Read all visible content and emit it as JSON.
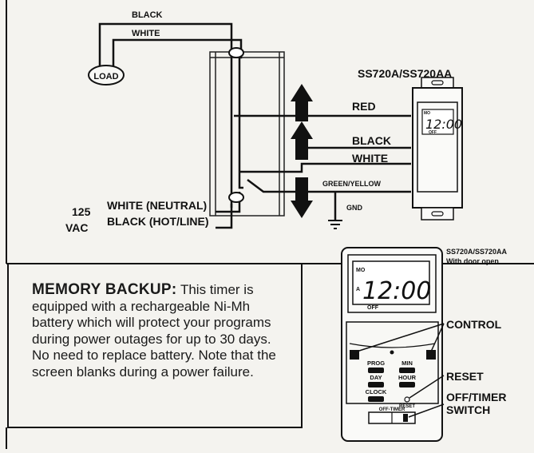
{
  "wiring": {
    "black_top": "BLACK",
    "white_top": "WHITE",
    "load": "LOAD",
    "model": "SS720A/SS720AA",
    "red": "RED",
    "black_mid": "BLACK",
    "white_mid": "WHITE",
    "green_yellow": "GREEN/YELLOW",
    "gnd": "GND",
    "white_neutral": "WHITE (NEUTRAL)",
    "black_hot": "BLACK (HOT/LINE)",
    "voltage_num": "125",
    "voltage_unit": "VAC"
  },
  "device_small": {
    "day": "MO",
    "time": "12:00",
    "status": "OFF"
  },
  "device_large": {
    "caption_model": "SS720A/SS720AA",
    "caption_sub": "With door open",
    "day": "MO",
    "am": "A",
    "time": "12:00",
    "status": "OFF",
    "buttons": {
      "prog": "PROG",
      "min": "MIN",
      "day": "DAY",
      "hour": "HOUR",
      "clock": "CLOCK",
      "reset": "RESET",
      "off_timer": "OFF-TIMER"
    },
    "callouts": {
      "control": "CONTROL",
      "reset": "RESET",
      "off_timer_line1": "OFF/TIMER",
      "off_timer_line2": "SWITCH"
    }
  },
  "memory_backup": {
    "title": "MEMORY BACKUP:",
    "body": " This timer is equipped with a rechargeable Ni-Mh battery which will protect your programs during power outages for up to 30 days. No need to replace battery. Note that the screen blanks during a power failure."
  }
}
